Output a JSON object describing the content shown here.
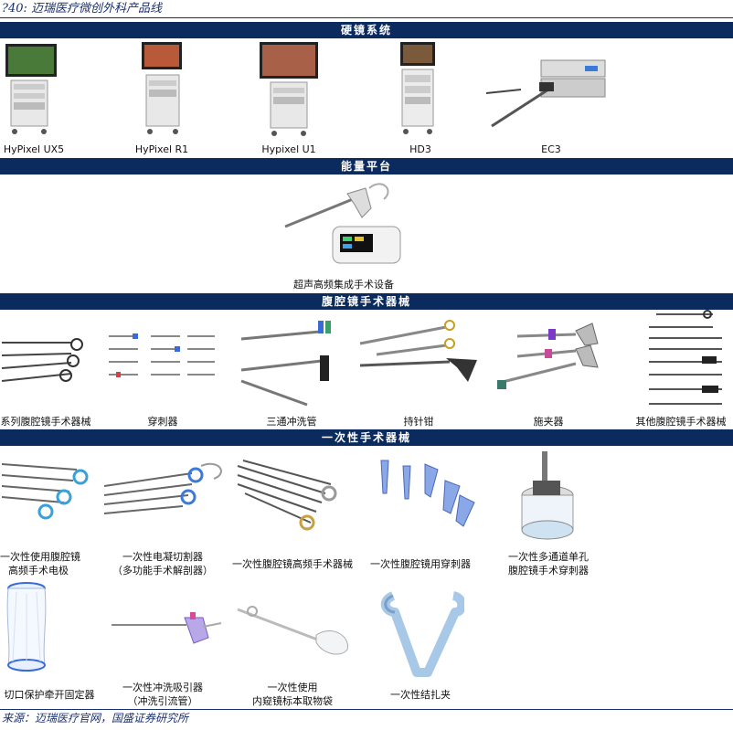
{
  "title": "?40: 迈瑞医疗微创外科产品线",
  "sections": {
    "s1": "硬镜系统",
    "s2": "能量平台",
    "s3": "腹腔镜手术器械",
    "s4": "一次性手术器械"
  },
  "rigid": [
    "HyPixel UX5",
    "HyPixel R1",
    "Hypixel U1",
    "HD3",
    "EC3"
  ],
  "energy": [
    "超声高频集成手术设备"
  ],
  "lap": [
    "系列腹腔镜手术器械",
    "穿刺器",
    "三通冲洗管",
    "持针钳",
    "施夹器",
    "其他腹腔镜手术器械"
  ],
  "disp": {
    "a1": "一次性使用腹腔镜",
    "a2": "高频手术电极",
    "b1": "一次性电凝切割器",
    "b2": "（多功能手术解剖器）",
    "c1": "一次性腹腔镜高频手术器械",
    "d1": "一次性腹腔镜用穿刺器",
    "e1": "一次性多通道单孔",
    "e2": "腹腔镜手术穿刺器",
    "f1": "切口保护牵开固定器",
    "g1": "一次性冲洗吸引器",
    "g2": "（冲洗引流管）",
    "h1": "一次性使用",
    "h2": "内窥镜标本取物袋",
    "i1": "一次性结扎夹"
  },
  "footer": "来源：迈瑞医疗官网，国盛证券研究所"
}
